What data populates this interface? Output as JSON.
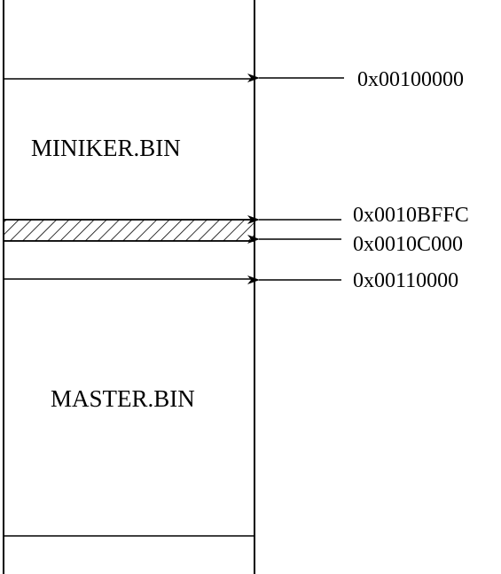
{
  "diagram": {
    "segments": {
      "miniker": "MINIKER.BIN",
      "master": "MASTER.BIN"
    },
    "addresses": {
      "a0": "0x00100000",
      "a1": "0x0010BFFC",
      "a2": "0x0010C000",
      "a3": "0x00110000"
    },
    "colors": {
      "line": "#000000",
      "background": "#ffffff"
    }
  }
}
